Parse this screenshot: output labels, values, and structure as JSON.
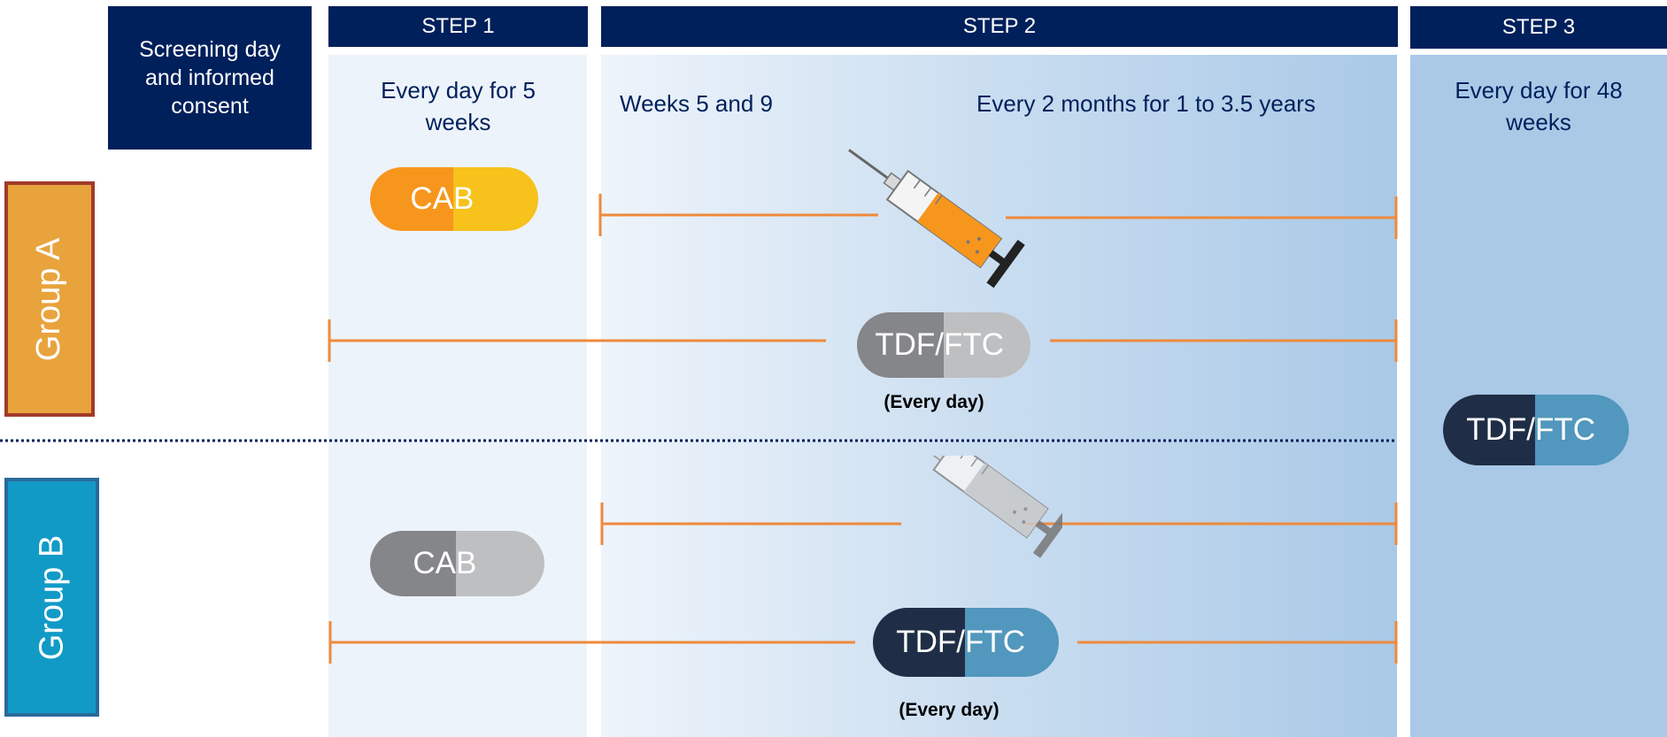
{
  "screening": {
    "label": "Screening day and informed consent"
  },
  "steps": [
    {
      "header": "STEP 1",
      "schedule": "Every day for 5 weeks"
    },
    {
      "header": "STEP 2",
      "schedule_a": "Weeks 5 and 9",
      "schedule_b": "Every 2 months for 1 to 3.5 years"
    },
    {
      "header": "STEP 3",
      "schedule": "Every day for 48 weeks"
    }
  ],
  "groups": {
    "a": {
      "label": "Group A",
      "color": "#e8a33d",
      "border": "#a23a2a",
      "pill_cab": {
        "left": "CA",
        "right": "B"
      },
      "pill_tdf": {
        "left": "TDF/",
        "right": "FTC"
      },
      "note": "(Every day)"
    },
    "b": {
      "label": "Group B",
      "color": "#129ac7",
      "border": "#2a6a9a",
      "pill_cab": {
        "left": "CA",
        "right": "B"
      },
      "pill_tdf": {
        "left": "TDF/",
        "right": "FTC"
      },
      "note": "(Every day)"
    }
  },
  "step3_pill": {
    "left": "TDF/",
    "right": "FTC"
  },
  "colors": {
    "navy": "#00205b",
    "timeline": "#ee8a3c",
    "cab_orange": "#f7961d",
    "cab_yellow": "#f6c21b",
    "gray_dark": "#858689",
    "gray_light": "#bebfc1",
    "tdf_dark": "#1f2e46",
    "tdf_blue": "#5297bd"
  },
  "icons": [
    "syringe-icon-orange",
    "syringe-icon-gray"
  ]
}
